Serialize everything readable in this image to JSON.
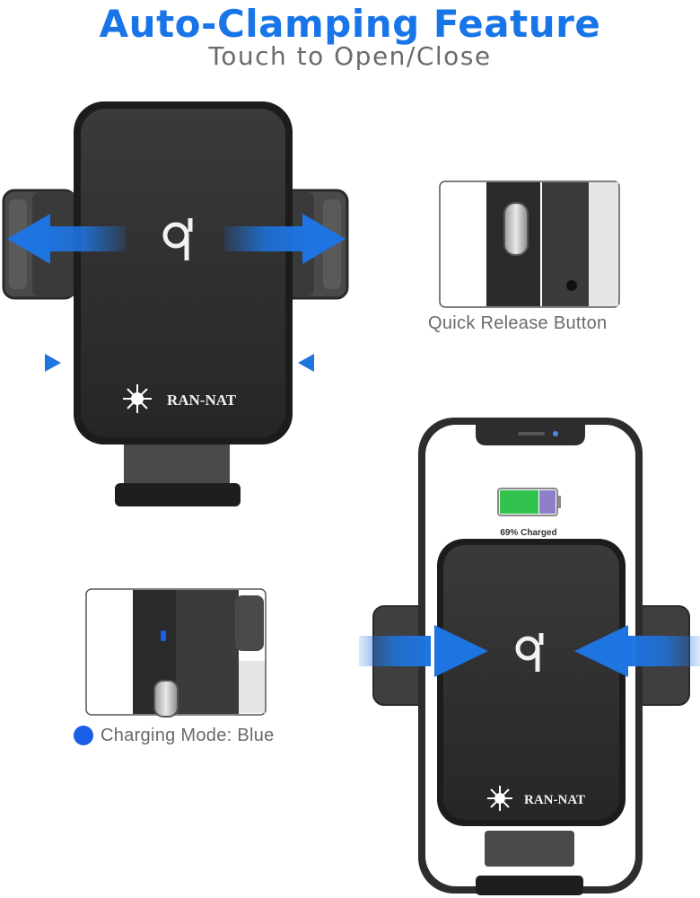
{
  "header": {
    "title": "Auto-Clamping Feature",
    "subtitle": "Touch to Open/Close"
  },
  "quick_release": {
    "caption": "Quick Release Button"
  },
  "charging_mode": {
    "caption": "Charging Mode: Blue",
    "indicator_color": "#1a5ee8"
  },
  "phone": {
    "battery_status": "69% Charged",
    "battery_level": 0.69
  },
  "brand": {
    "name": "RAN-NAT",
    "icon": "qi-logo-icon"
  },
  "colors": {
    "accent": "#1875e8",
    "arrow": "#1e74e0",
    "device": "#2b2b2b",
    "battery": "#34c24f"
  }
}
